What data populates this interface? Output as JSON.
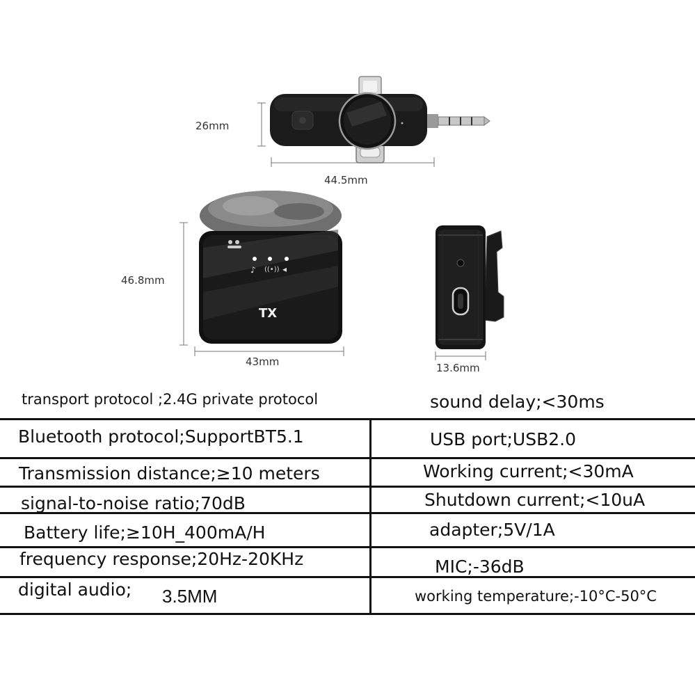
{
  "dimensions": {
    "receiver_height": "26mm",
    "receiver_width": "44.5mm",
    "tx_height": "46.8mm",
    "tx_width": "43mm",
    "tx_depth": "13.6mm"
  },
  "device_labels": {
    "tx": "TX"
  },
  "specs": {
    "transport_protocol": "transport protocol ;2.4G private protocol",
    "sound_delay": "sound delay;<30ms",
    "bluetooth_protocol": "Bluetooth protocol;SupportBT5.1",
    "usb_port": "USB port;USB2.0",
    "transmission_distance": "Transmission distance;≥10 meters",
    "working_current": "Working current;<30mA",
    "snr": "signal-to-noise ratio;70dB",
    "shutdown_current": "Shutdown current;<10uA",
    "battery_life": "Battery life;≥10H_400mA/H",
    "adapter": "adapter;5V/1A",
    "frequency_response": "frequency response;20Hz-20KHz",
    "mic": "MIC;-36dB",
    "digital_audio_label": "digital audio;",
    "digital_audio_value": "3.5MM",
    "working_temperature": "working temperature;-10°C-50°C"
  }
}
